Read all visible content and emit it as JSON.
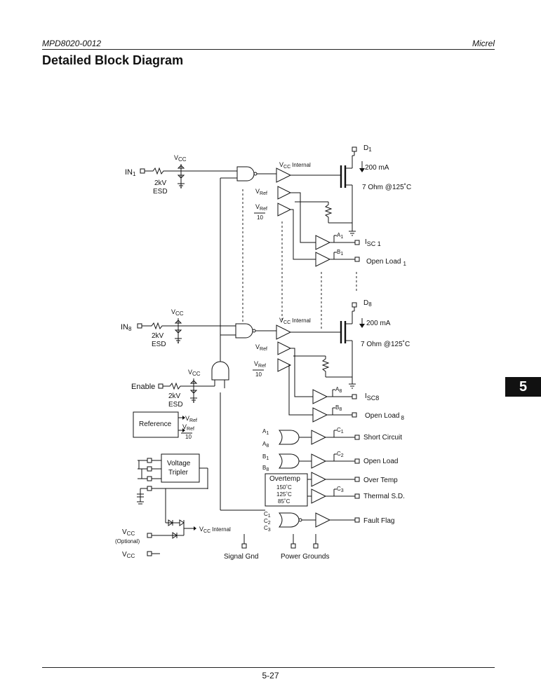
{
  "header": {
    "doc_number": "MPD8020-0012",
    "company": "Micrel"
  },
  "title": "Detailed Block Diagram",
  "section_tab": "5",
  "footer": {
    "page_number": "5-27"
  },
  "diagram": {
    "vcc": "V",
    "vcc_sub": "CC",
    "vcc_internal": "Internal",
    "vref": "V",
    "vref_sub": "Ref",
    "vref_div": "10",
    "esd_top": "2kV",
    "esd_bottom": "ESD",
    "in1": "IN",
    "in1_sub": "1",
    "in8": "IN",
    "in8_sub": "8",
    "enable": "Enable",
    "d1": "D",
    "d1_sub": "1",
    "d8": "D",
    "d8_sub": "8",
    "current": "200 mA",
    "rds": "7 Ohm @125˚C",
    "a1": "A",
    "a1_sub": "1",
    "b1": "B",
    "b1_sub": "1",
    "a8": "A",
    "a8_sub": "8",
    "b8": "B",
    "b8_sub": "8",
    "isc": "I",
    "isc1_sub": "SC 1",
    "isc8_sub": "SC8",
    "open_load": "Open Load",
    "open_load1_sub": "1",
    "open_load8_sub": "8",
    "reference": "Reference",
    "c1_label": "C",
    "c1_sub": "1",
    "c2_label": "C",
    "c2_sub": "2",
    "c3_label": "C",
    "c3_sub": "3",
    "short_circuit": "Short Circuit",
    "open_load_out": "Open Load",
    "over_temp": "Over Temp",
    "thermal_sd": "Thermal S.D.",
    "fault_flag": "Fault Flag",
    "voltage_tripler_1": "Voltage",
    "voltage_tripler_2": "Tripler",
    "overtemp_title": "Overtemp",
    "temp_150": "150˚C",
    "temp_125": "125˚C",
    "temp_85": "85˚C",
    "vcc_prime": "V",
    "vcc_prime_sub": "CC",
    "optional": "(Optional)",
    "signal_gnd": "Signal Gnd",
    "power_grounds": "Power Grounds",
    "c_inputs_c1": "C",
    "c_inputs_c2": "C",
    "c_inputs_c3": "C"
  }
}
